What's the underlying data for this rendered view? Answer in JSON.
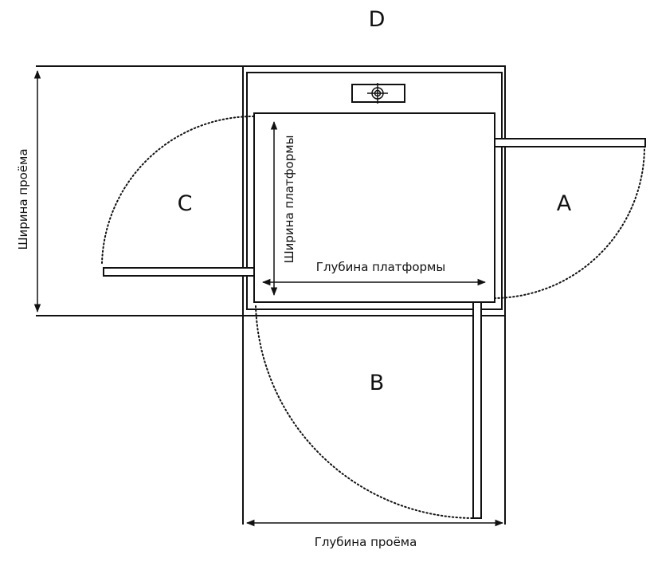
{
  "labels": {
    "side_d": "D",
    "side_a": "A",
    "side_b": "B",
    "side_c": "C"
  },
  "dimensions": {
    "opening_width": "Ширина проёма",
    "platform_width": "Ширина платформы",
    "platform_depth": "Глубина платформы",
    "opening_depth": "Глубина проёма"
  },
  "colors": {
    "stroke": "#111111",
    "background": "#ffffff"
  }
}
